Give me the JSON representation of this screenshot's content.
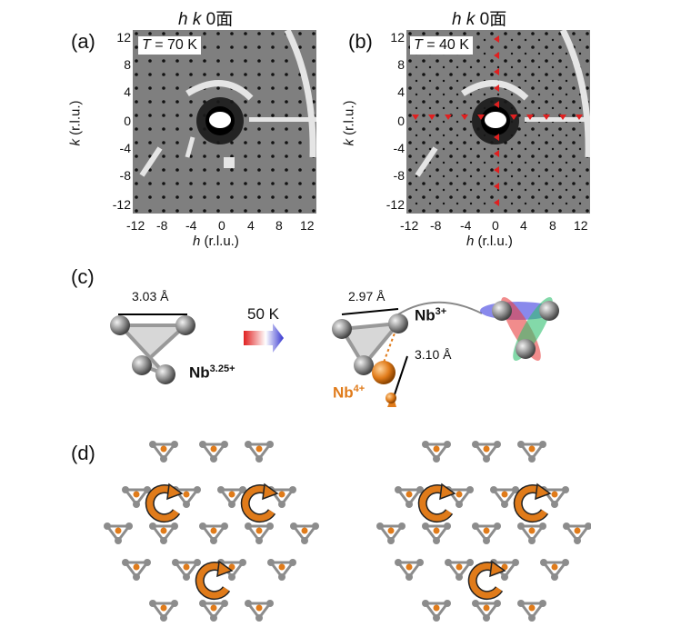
{
  "panel_a": {
    "label": "(a)",
    "title": {
      "prefix": "h k",
      "suffix": "0面"
    },
    "temperature": {
      "symbol": "T",
      "value": " = 70 K"
    }
  },
  "panel_b": {
    "label": "(b)",
    "title": {
      "prefix": "h k",
      "suffix": "0面"
    },
    "temperature": {
      "symbol": "T",
      "value": " = 40 K"
    }
  },
  "axes": {
    "x_label": {
      "symbol": "h",
      "unit": " (r.l.u.)"
    },
    "y_label": {
      "symbol": "k",
      "unit": " (r.l.u.)"
    },
    "x_ticks": [
      "-12",
      "-8",
      "-4",
      "0",
      "4",
      "8",
      "12"
    ],
    "y_ticks": [
      "12",
      "8",
      "4",
      "0",
      "-4",
      "-8",
      "-12"
    ]
  },
  "panel_c": {
    "label": "(c)",
    "left_distance": "3.03 Å",
    "left_ion": {
      "base": "Nb",
      "sup": "3.25+"
    },
    "transition": "50 K",
    "right_distance_top": "2.97 Å",
    "right_distance_side": "3.10 Å",
    "ion_nb3": {
      "base": "Nb",
      "sup": "3+"
    },
    "ion_nb4": {
      "base": "Nb",
      "sup": "4+"
    }
  },
  "panel_d": {
    "label": "(d)"
  },
  "colors": {
    "orange": "#e07b1a",
    "red_marker": "#e02020",
    "gray_atom": "#8c8c8c"
  }
}
